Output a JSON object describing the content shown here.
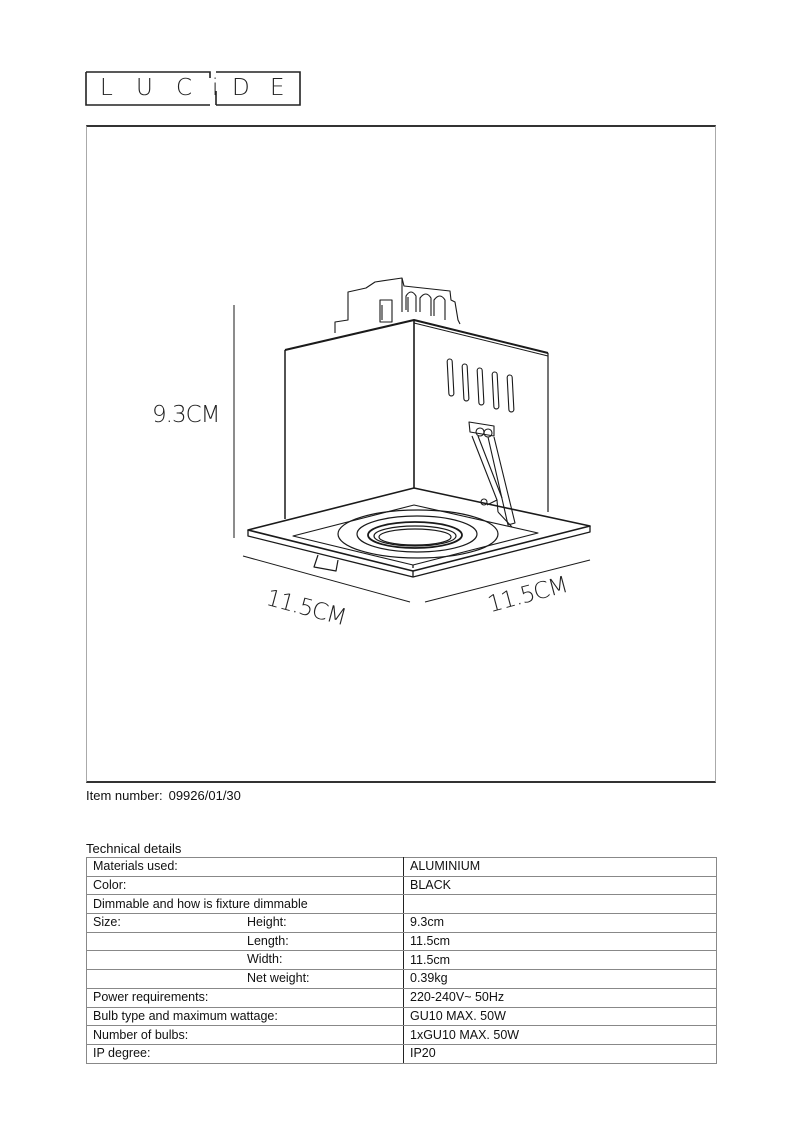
{
  "brand": {
    "logo_letters": [
      "L",
      "U",
      "C",
      "i",
      "D",
      "E"
    ]
  },
  "drawing": {
    "height_label": "9.3CM",
    "length_label": "11.5CM",
    "width_label": "11.5CM"
  },
  "item": {
    "label": "Item number:",
    "value": "09926/01/30"
  },
  "technical_details": {
    "title": "Technical details",
    "rows": [
      {
        "label": "Materials used:",
        "sublabel": "",
        "value": "ALUMINIUM"
      },
      {
        "label": "Color:",
        "sublabel": "",
        "value": "BLACK"
      },
      {
        "label": "Dimmable and how is fixture dimmable",
        "sublabel": "",
        "value": ""
      },
      {
        "label": "Size:",
        "sublabel": "Height:",
        "value": "9.3cm"
      },
      {
        "label": "",
        "sublabel": "Length:",
        "value": "11.5cm"
      },
      {
        "label": "",
        "sublabel": "Width:",
        "value": "11.5cm"
      },
      {
        "label": "",
        "sublabel": "Net weight:",
        "value": "0.39kg"
      },
      {
        "label": "Power requirements:",
        "sublabel": "",
        "value": "220-240V~ 50Hz"
      },
      {
        "label": "Bulb type and maximum wattage:",
        "sublabel": "",
        "value": "GU10 MAX. 50W"
      },
      {
        "label": "Number of bulbs:",
        "sublabel": "",
        "value": "1xGU10 MAX. 50W"
      },
      {
        "label": "IP degree:",
        "sublabel": "",
        "value": "IP20"
      }
    ]
  }
}
